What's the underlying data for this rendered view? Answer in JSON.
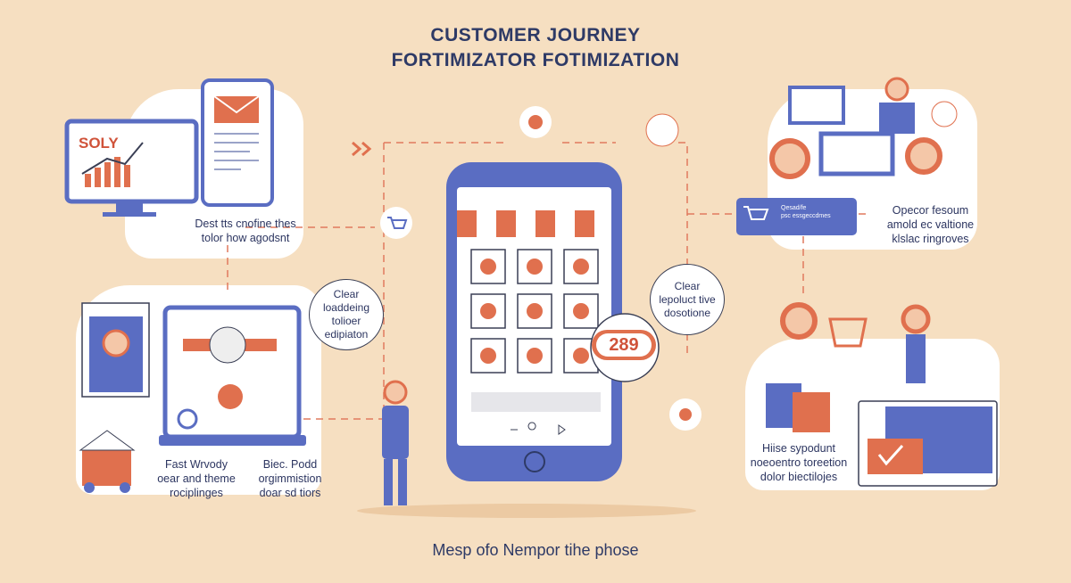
{
  "header": {
    "line1": "CUSTOMER JOURNEY",
    "line2": "FORTIMIZATOR FOTIMIZATION"
  },
  "panels": {
    "top_left": {
      "monitor_label": "SOLY",
      "caption": [
        "Dest tts cnofine thes",
        "tolor how agodsnt"
      ]
    },
    "mid_left_bubble": [
      "Clear",
      "loaddeing",
      "tolioer",
      "edipiaton"
    ],
    "bottom_left": {
      "caption_a": [
        "Fast Wrvody",
        "oear and theme",
        "rociplinges"
      ],
      "caption_b": [
        "Biec. Podd",
        "orgimmistion",
        "doar sd tiors"
      ]
    },
    "top_right": {
      "card_text": [
        "Qesad/fe",
        "psc essgeccdmes"
      ],
      "caption": [
        "Opecor fesoum",
        "amold ec valtione",
        "klslac ringroves"
      ]
    },
    "mid_right_bubble": [
      "Clear",
      "lepoluct tive",
      "dosotione"
    ],
    "bottom_right": {
      "caption": [
        "Hiise sypodunt",
        "noeoentro toreetion",
        "dolor biectilojes"
      ]
    }
  },
  "phone": {
    "badge": "289"
  },
  "footer": {
    "text": "Mesp ofo Nempor tihe phose"
  },
  "colors": {
    "background": "#f6dfc1",
    "primary_blue": "#5a6dc2",
    "accent_orange": "#e0704e",
    "navy": "#2e3a66"
  }
}
